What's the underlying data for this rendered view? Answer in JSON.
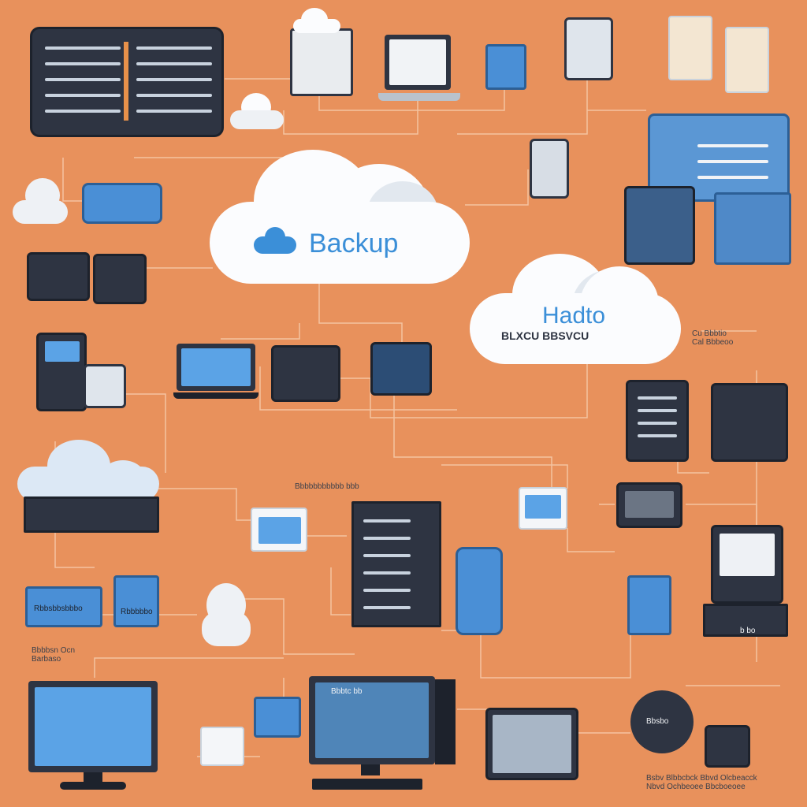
{
  "colors": {
    "background": "#e8915c",
    "line": "#f6c9a8",
    "device_dark": "#2e3442",
    "device_blue": "#4a8fd6",
    "cloud": "#fbfcfe",
    "accent_text": "#3b8fd8"
  },
  "main_cloud": {
    "label": "Backup",
    "icon": "cloud-icon"
  },
  "second_cloud": {
    "title": "Hadto",
    "subtitle": "BLXCU BBSVCU"
  },
  "captions": {
    "right_mid": "Cu Bbbtio\nCal Bbbeoo",
    "left_bottom": "Bbbbsn Ocn\nBarbaso",
    "blue_label_a": "Rbbsbbsbbbo",
    "blue_label_b": "Rbbbbbo",
    "round_device": "Bbsbo",
    "desk_tower": "b bo",
    "monitor_title": "Bbbtc bb",
    "bottom_right": "Bsbv Blbbcbck Bbvd Olcbeacck\nNbvd Ochbeoee Bbcboeoee",
    "mid_label": "Bbbbbbbbbbb bbb"
  }
}
